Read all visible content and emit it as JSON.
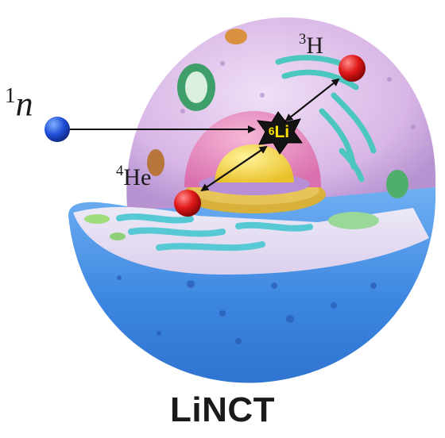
{
  "diagram": {
    "neutron": {
      "mass_number": "1",
      "symbol": "n"
    },
    "lithium": {
      "mass_number": "6",
      "symbol": "Li"
    },
    "tritium": {
      "mass_number": "3",
      "symbol": "H"
    },
    "helium": {
      "mass_number": "4",
      "symbol": "He"
    },
    "caption": "LiNCT"
  },
  "colors": {
    "neutron": "#1f4fd8",
    "products": "#e01818",
    "lithium_marker": "#141414",
    "lithium_text": "#ffe100",
    "cytoplasm": "#d9b8e6",
    "membrane": "#3f8ee6",
    "nucleus": "#e58fc0",
    "nucleolus": "#f2d63c",
    "organelles": "#5ed0c8"
  },
  "icons": [
    "cell-icon",
    "particle-icon",
    "arrow-icon",
    "star-icon"
  ]
}
